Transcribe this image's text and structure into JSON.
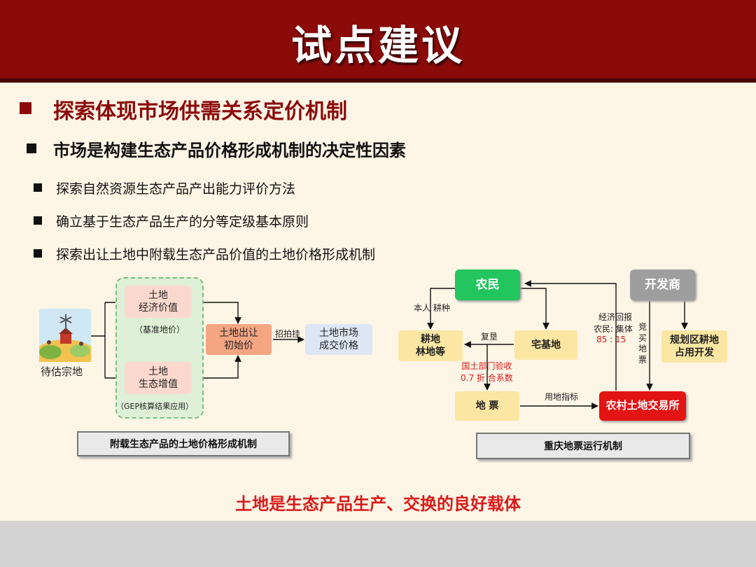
{
  "header": {
    "title": "试点建议"
  },
  "heading1": "探索体现市场供需关系定价机制",
  "heading2": "市场是构建生态产品价格形成机制的决定性因素",
  "bullets": [
    "探索自然资源生态产品产出能力评价方法",
    "确立基于生态产品生产的分等定级基本原则",
    "探索出让土地中附载生态产品价值的土地价格形成机制"
  ],
  "diagram_left": {
    "parcel_label": "待估宗地",
    "box_economic": "土地\n经济价值",
    "note_base": "（基准地价）",
    "box_eco": "土地\n生态增值",
    "note_gep": "（GEP核算结果应用）",
    "box_initial": "土地出让\n初始价",
    "arrow_label": "招拍挂",
    "box_market": "土地市场\n成交价格",
    "caption": "附载生态产品的土地价格形成机制"
  },
  "diagram_right": {
    "farmer": "农民",
    "developer": "开发商",
    "cultivated": "耕地\n林地等",
    "homestead": "宅基地",
    "planned": "规划区耕地\n占用开发",
    "land_ticket": "地 票",
    "exchange": "农村土地交易所",
    "lbl_self": "本人  耕种",
    "lbl_reclaim": "复垦",
    "lbl_inspect": "国土部门验收\n0.7 折 合系数",
    "lbl_quota": "用地指标",
    "lbl_return": "经济回报",
    "lbl_split": "农民:  集体",
    "lbl_ratio": "85   :   15",
    "lbl_bid": "竞\n买\n地\n票",
    "caption": "重庆地票运行机制"
  },
  "conclusion": "土地是生态产品生产、交换的良好载体",
  "colors": {
    "header": "#8b0a0a",
    "farmer": "#22c55e",
    "developer": "#9e9e9e",
    "exchange": "#e31414",
    "land": "#fbe7a3",
    "value_box": "#fcd9cf",
    "initial": "#f4a582",
    "market": "#dde6f5",
    "emphasis": "#d81b1b"
  }
}
